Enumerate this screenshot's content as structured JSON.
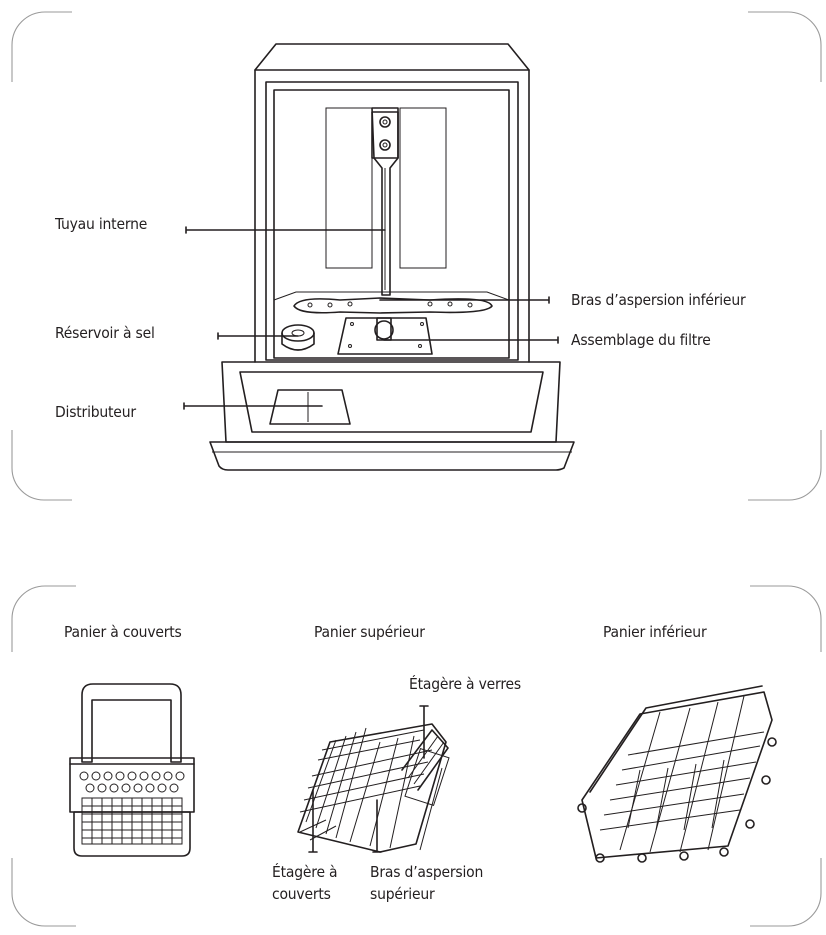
{
  "top_panel": {
    "labels": {
      "internal_pipe": "Tuyau interne",
      "lower_spray_arm": "Bras d’aspersion inférieur",
      "salt_container": "Réservoir à sel",
      "filter_assembly": "Assemblage du filtre",
      "dispenser": "Distributeur"
    }
  },
  "bottom_panel": {
    "cutlery_basket": "Panier à couverts",
    "upper_basket": "Panier supérieur",
    "lower_basket": "Panier inférieur",
    "cup_shelf": "Étagère à verres",
    "cutlery_shelf": "Étagère à couverts",
    "upper_spray_arm": "Bras d’aspersion supérieur"
  },
  "colors": {
    "line": "#231f20",
    "frame": "#9a9a9a"
  }
}
